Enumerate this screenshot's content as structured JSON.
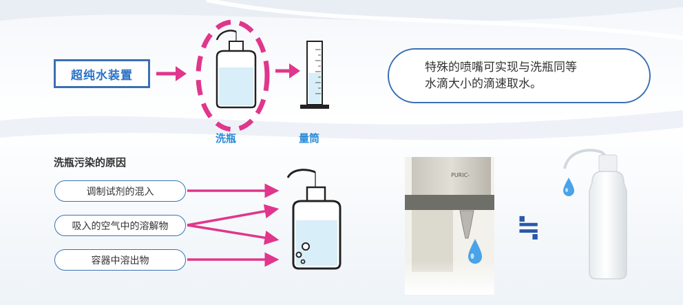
{
  "flow": {
    "device_label": "超纯水装置",
    "bottle_caption": "洗瓶",
    "cylinder_caption": "量筒"
  },
  "callout": {
    "line1": "特殊的喷嘴可实现与洗瓶同等",
    "line2": "水滴大小的滴速取水。"
  },
  "contamination": {
    "title": "洗瓶污染的原因",
    "causes": [
      "调制试剂的混入",
      "吸入的空气中的溶解物",
      "容器中溶出物"
    ]
  },
  "comparison": {
    "equals_symbol": "≒",
    "device_brand_text": "PURIC-"
  },
  "colors": {
    "accent_blue": "#3a6fb3",
    "caption_blue": "#2a8bd8",
    "arrow_magenta": "#e0368b",
    "drop_blue": "#4aa3e8"
  }
}
